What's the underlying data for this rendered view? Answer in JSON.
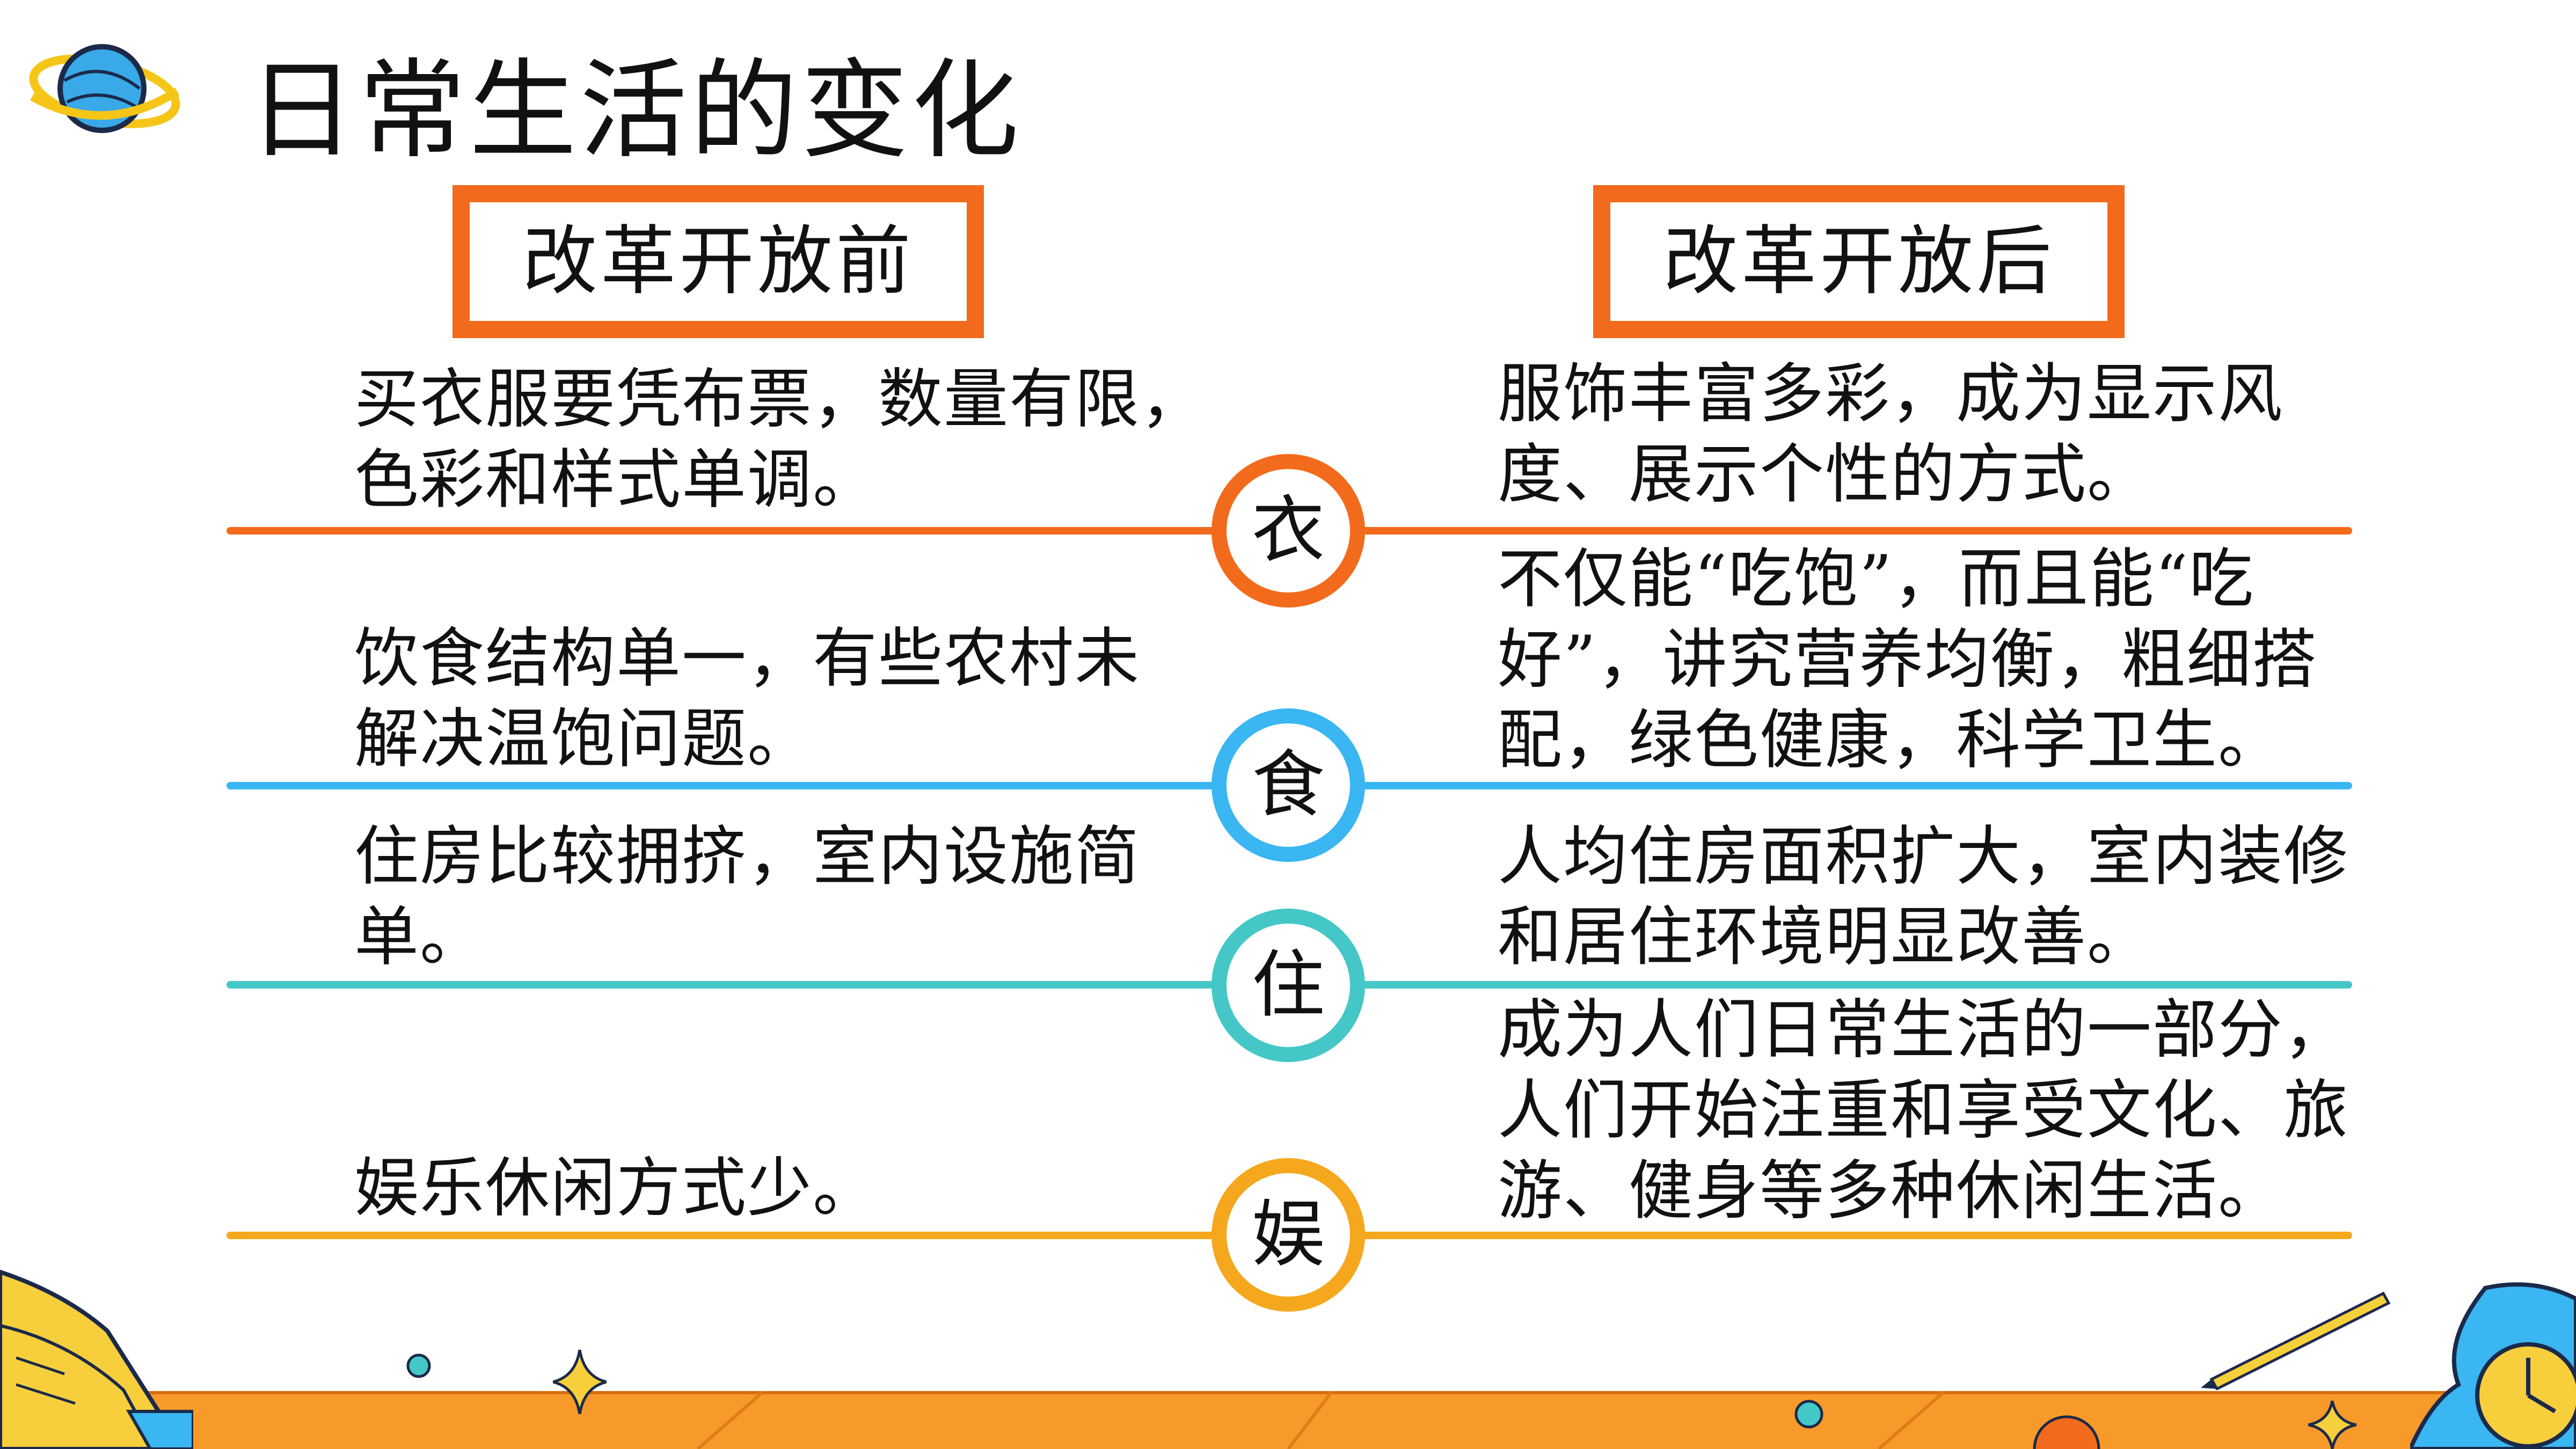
{
  "title": "日常生活的变化",
  "headers": {
    "before": "改革开放前",
    "after": "改革开放后"
  },
  "colors": {
    "orange": "#f26a1b",
    "blue": "#3ab6f2",
    "teal": "#45c7c7",
    "amber": "#f5a81d",
    "bottom_band": "#f79a2a"
  },
  "rows": [
    {
      "label": "衣",
      "before": [
        "买衣服要凭布票，数量有限，",
        "色彩和样式单调。"
      ],
      "after": [
        "服饰丰富多彩，成为显示风",
        "度、展示个性的方式。"
      ]
    },
    {
      "label": "食",
      "before": [
        "饮食结构单一，有些农村未",
        "解决温饱问题。"
      ],
      "after": [
        "不仅能“吃饱”，而且能“吃",
        "好”，讲究营养均衡，粗细搭",
        "配，绿色健康，科学卫生。"
      ]
    },
    {
      "label": "住",
      "before": [
        "住房比较拥挤，室内设施简",
        "单。"
      ],
      "after": [
        "人均住房面积扩大，室内装修",
        "和居住环境明显改善。"
      ]
    },
    {
      "label": "娱",
      "before": [
        "娱乐休闲方式少。"
      ],
      "after": [
        "成为人们日常生活的一部分，",
        "人们开始注重和享受文化、旅",
        "游、健身等多种休闲生活。"
      ]
    }
  ],
  "icons": [
    "planet-icon",
    "book-icon",
    "sparkle-icon",
    "clock-icon",
    "pencil-icon"
  ]
}
